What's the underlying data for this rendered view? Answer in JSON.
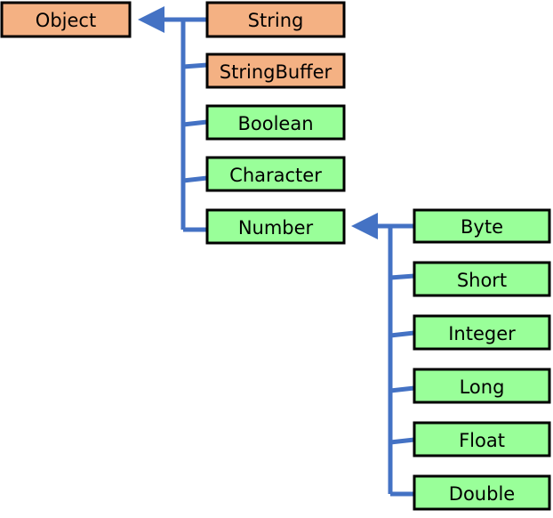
{
  "diagram": {
    "colors": {
      "root_fill": "#f4b183",
      "string_fill": "#f4b183",
      "wrapper_fill": "#99ff99",
      "border": "#000000",
      "connector": "#4472c4"
    },
    "nodes": {
      "object": "Object",
      "string": "String",
      "stringbuffer": "StringBuffer",
      "boolean": "Boolean",
      "character": "Character",
      "number": "Number",
      "byte": "Byte",
      "short": "Short",
      "integer": "Integer",
      "long": "Long",
      "float": "Float",
      "double": "Double"
    },
    "relations": [
      {
        "child": "string",
        "parent": "object"
      },
      {
        "child": "stringbuffer",
        "parent": "object"
      },
      {
        "child": "boolean",
        "parent": "object"
      },
      {
        "child": "character",
        "parent": "object"
      },
      {
        "child": "number",
        "parent": "object"
      },
      {
        "child": "byte",
        "parent": "number"
      },
      {
        "child": "short",
        "parent": "number"
      },
      {
        "child": "integer",
        "parent": "number"
      },
      {
        "child": "long",
        "parent": "number"
      },
      {
        "child": "float",
        "parent": "number"
      },
      {
        "child": "double",
        "parent": "number"
      }
    ]
  }
}
